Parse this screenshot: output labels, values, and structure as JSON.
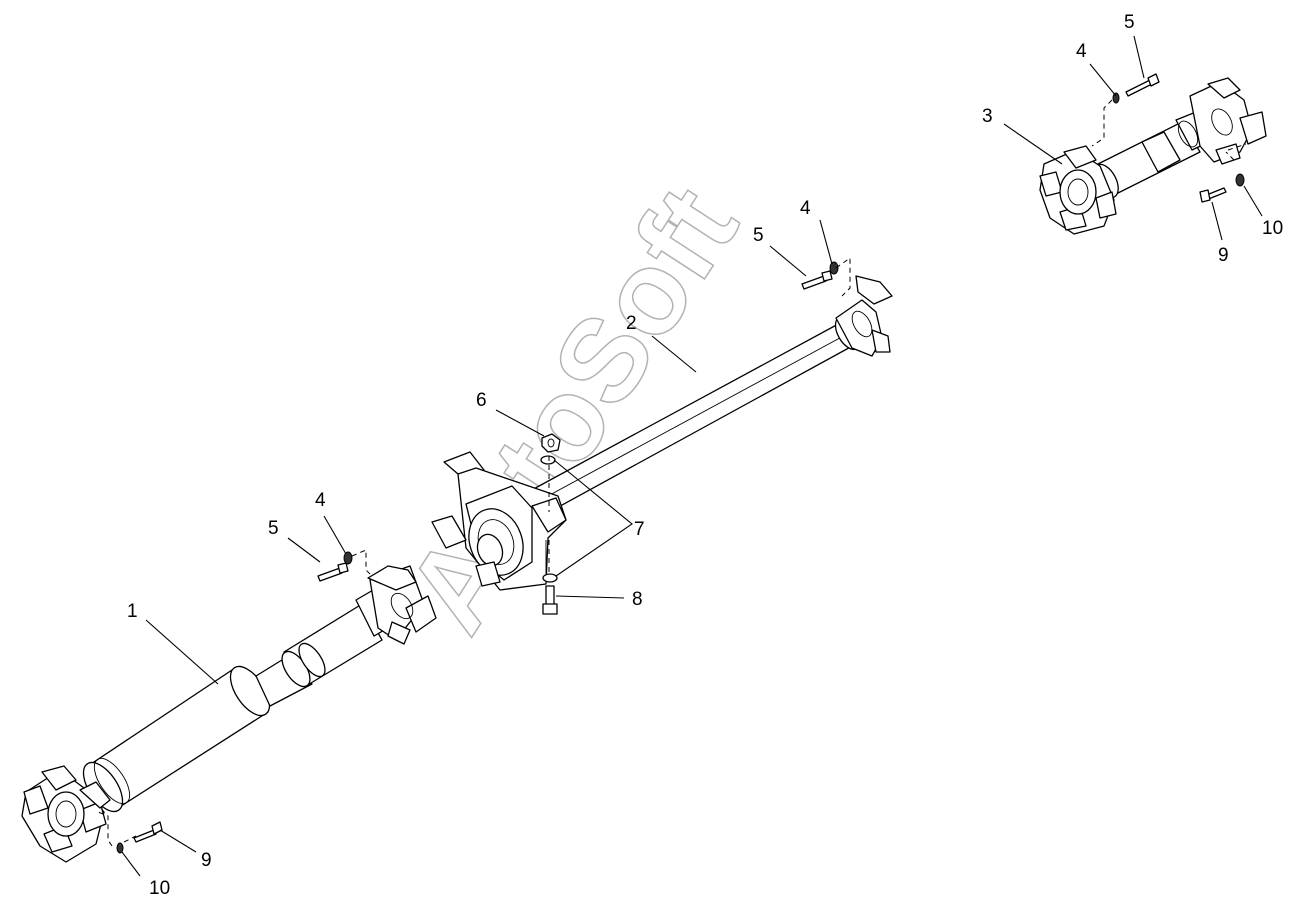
{
  "watermark": "AutoSoft",
  "callouts": {
    "c1": "1",
    "c2": "2",
    "c3": "3",
    "c4a": "4",
    "c4b": "4",
    "c4c": "4",
    "c5a": "5",
    "c5b": "5",
    "c5c": "5",
    "c6": "6",
    "c7": "7",
    "c8": "8",
    "c9a": "9",
    "c9b": "9",
    "c10a": "10",
    "c10b": "10"
  }
}
